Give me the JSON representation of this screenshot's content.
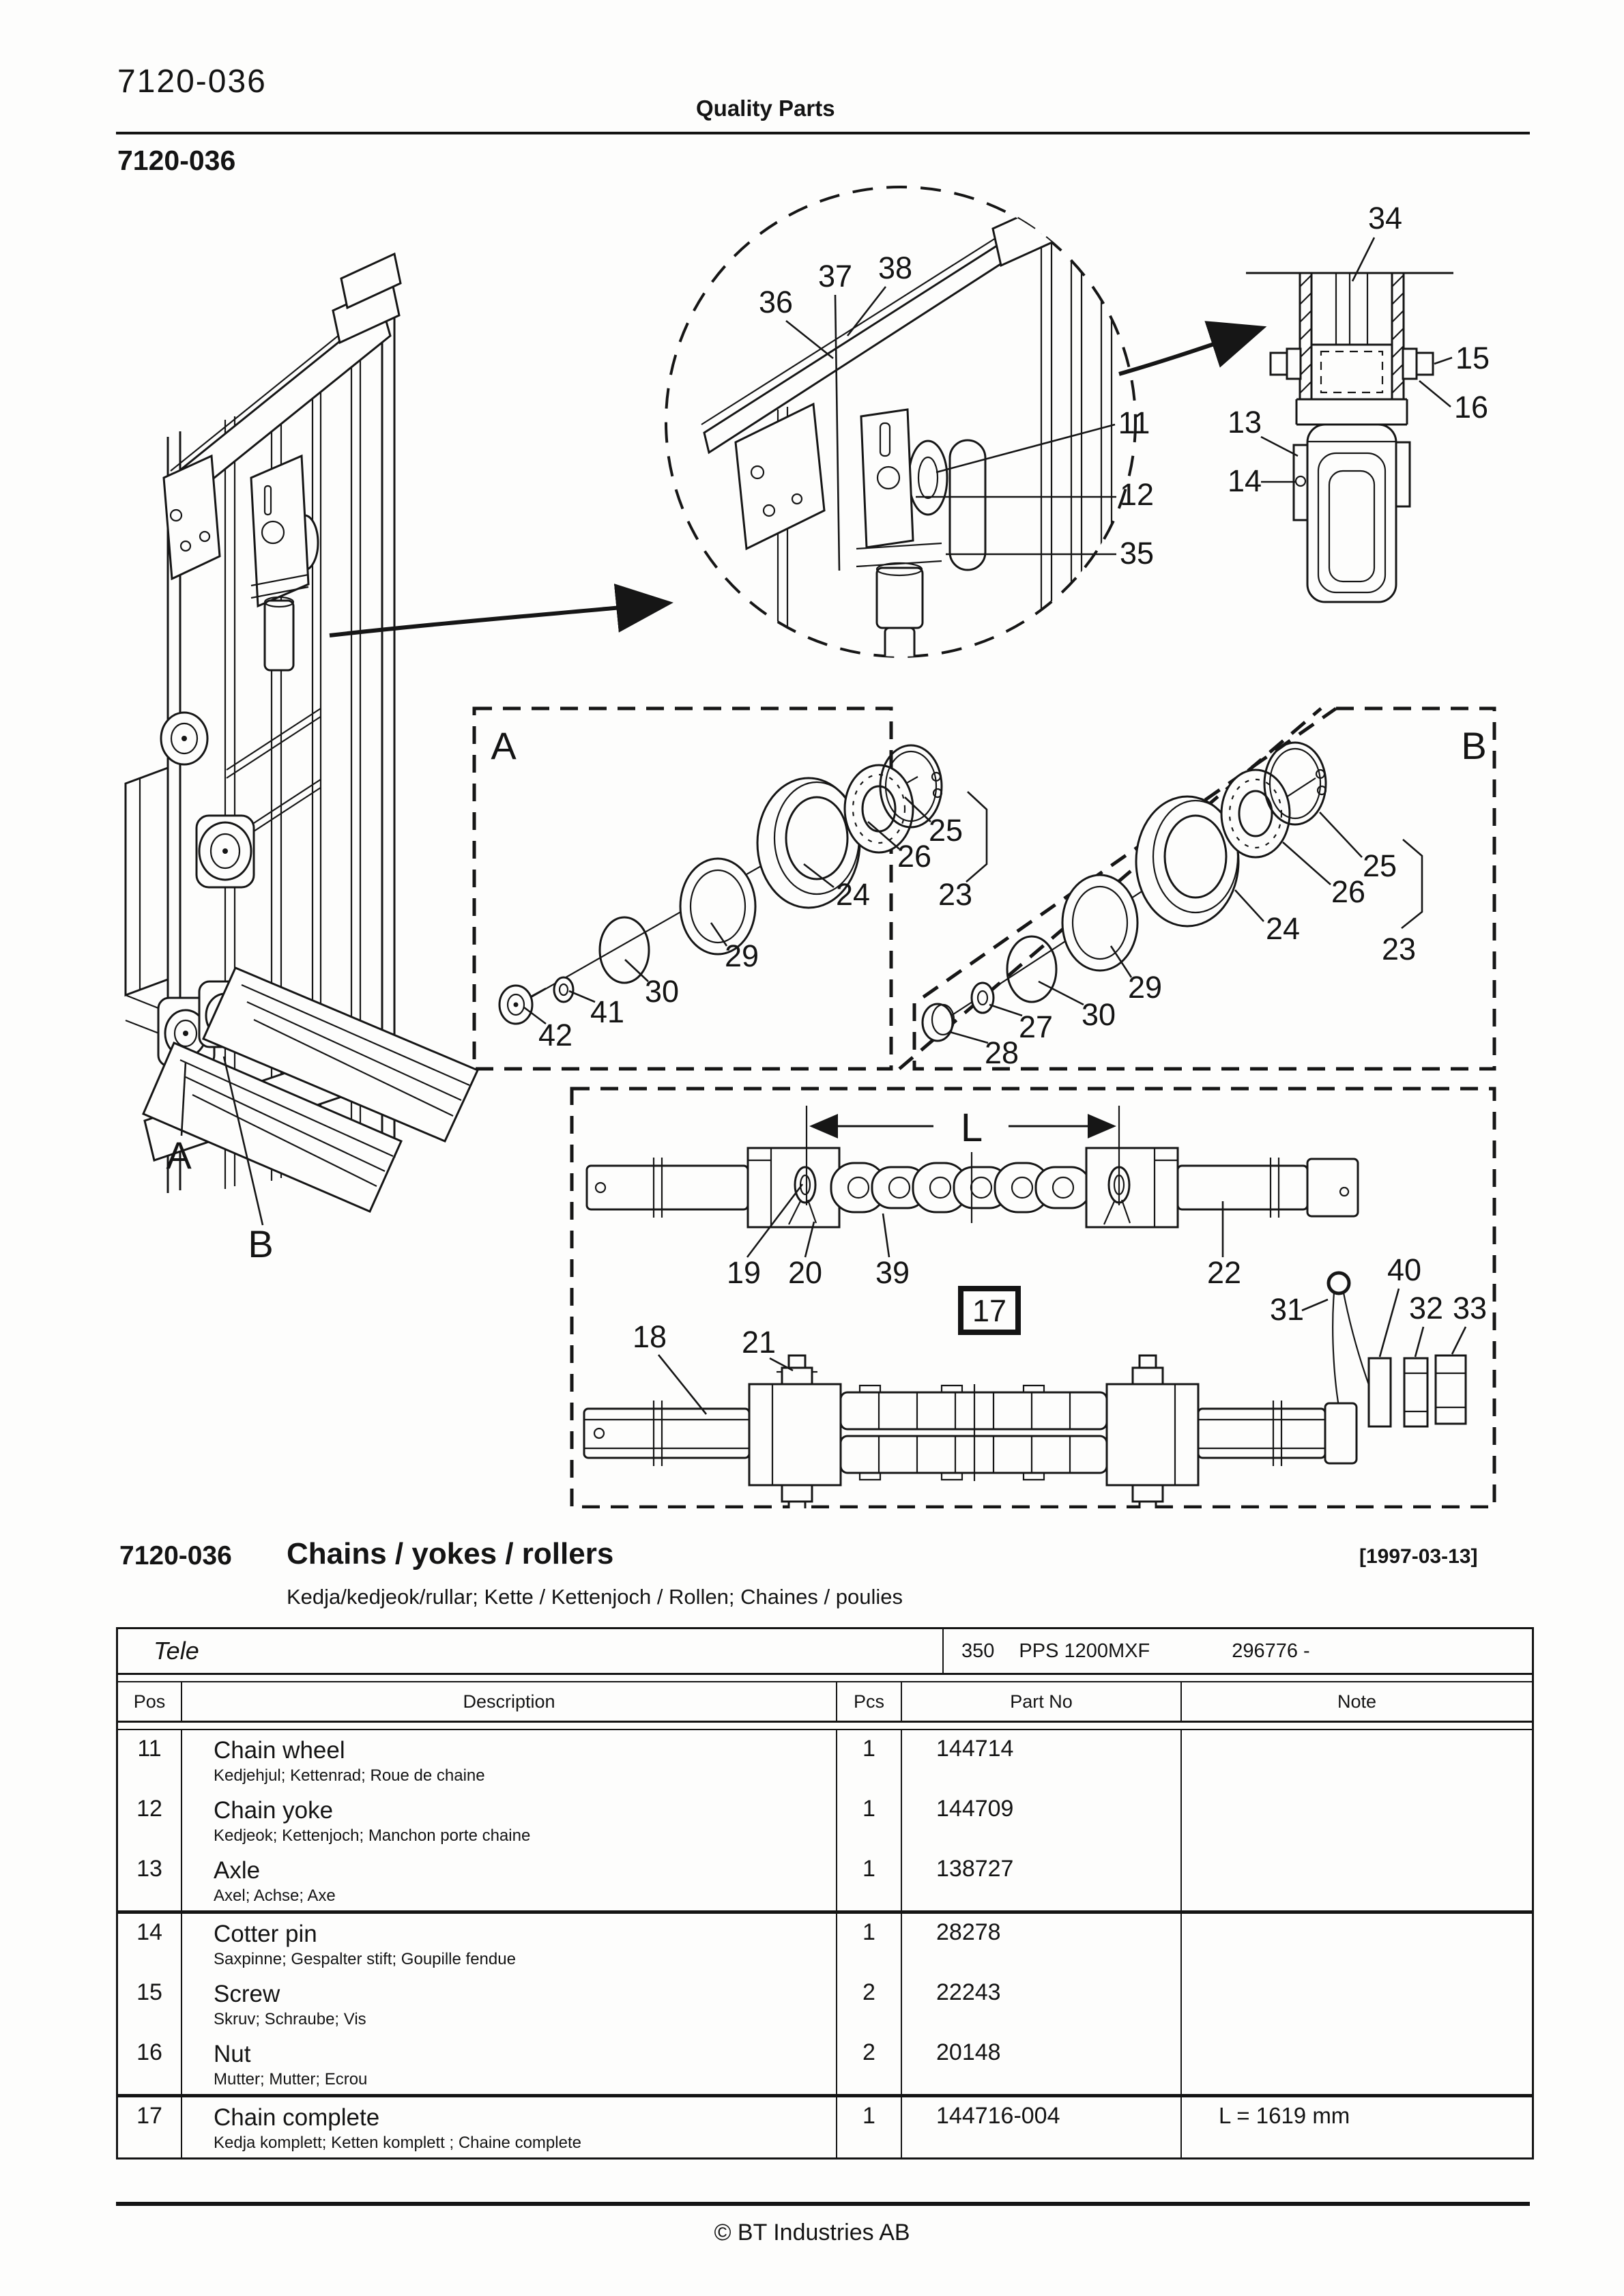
{
  "page": {
    "header_code": "7120-036",
    "header_center": "Quality Parts",
    "subheader_code": "7120-036",
    "footer": "© BT Industries AB"
  },
  "section": {
    "code": "7120-036",
    "title": "Chains / yokes / rollers",
    "subtitle": "Kedja/kedjeok/rullar; Kette / Kettenjoch / Rollen; Chaines / poulies",
    "date": "[1997-03-13]"
  },
  "table": {
    "model": "Tele",
    "variant": "350",
    "variant_name": "PPS 1200MXF",
    "serial": "296776 -",
    "columns": [
      "Pos",
      "Description",
      "Pcs",
      "Part No",
      "Note"
    ],
    "rows": [
      {
        "pos": "11",
        "description": "Chain wheel",
        "translations": "Kedjehjul; Kettenrad; Roue de chaine",
        "pcs": "1",
        "part_no": "144714",
        "note": ""
      },
      {
        "pos": "12",
        "description": "Chain yoke",
        "translations": "Kedjeok; Kettenjoch; Manchon porte chaine",
        "pcs": "1",
        "part_no": "144709",
        "note": ""
      },
      {
        "pos": "13",
        "description": "Axle",
        "translations": "Axel; Achse; Axe",
        "pcs": "1",
        "part_no": "138727",
        "note": ""
      },
      {
        "pos": "14",
        "description": "Cotter pin",
        "translations": "Saxpinne; Gespalter stift; Goupille fendue",
        "pcs": "1",
        "part_no": "28278",
        "note": ""
      },
      {
        "pos": "15",
        "description": "Screw",
        "translations": "Skruv; Schraube; Vis",
        "pcs": "2",
        "part_no": "22243",
        "note": ""
      },
      {
        "pos": "16",
        "description": "Nut",
        "translations": "Mutter; Mutter; Ecrou",
        "pcs": "2",
        "part_no": "20148",
        "note": ""
      },
      {
        "pos": "17",
        "description": "Chain complete",
        "translations": "Kedja komplett; Ketten komplett ; Chaine complete",
        "pcs": "1",
        "part_no": "144716-004",
        "note": "L = 1619 mm"
      }
    ]
  },
  "diagram": {
    "views": {
      "a": "A",
      "b": "B"
    },
    "dimension": "L",
    "callouts": {
      "n11": "11",
      "n12": "12",
      "n13": "13",
      "n14": "14",
      "n15": "15",
      "n16": "16",
      "n17": "17",
      "n18": "18",
      "n19": "19",
      "n20": "20",
      "n21": "21",
      "n22": "22",
      "n23": "23",
      "n24": "24",
      "n25": "25",
      "n26": "26",
      "n27": "27",
      "n28": "28",
      "n29": "29",
      "n30": "30",
      "n31": "31",
      "n32": "32",
      "n33": "33",
      "n34": "34",
      "n35": "35",
      "n36": "36",
      "n37": "37",
      "n38": "38",
      "n39": "39",
      "n40": "40",
      "n41": "41",
      "n42": "42"
    }
  }
}
